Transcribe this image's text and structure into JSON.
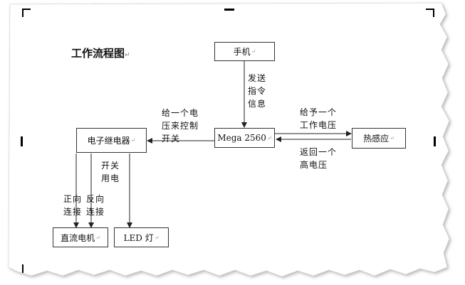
{
  "title": "工作流程图",
  "para_mark": "↵",
  "nodes": {
    "phone": "手机",
    "mega": "Mega 2560",
    "relay": "电子继电器",
    "heat": "热感应",
    "motor": "直流电机",
    "led": "LED 灯"
  },
  "labels": {
    "send_cmd": "发送\n指令\n信息",
    "give_voltage_control": "给一个电\n压来控制\n开关",
    "give_work_voltage": "给予一个\n工作电压",
    "return_high_voltage": "返回一个\n高电压",
    "switch_power": "开关\n用电",
    "forward": "正向\n连接",
    "reverse": "反向\n连接"
  },
  "colors": {
    "line": "#222222",
    "mark": "#999999"
  }
}
